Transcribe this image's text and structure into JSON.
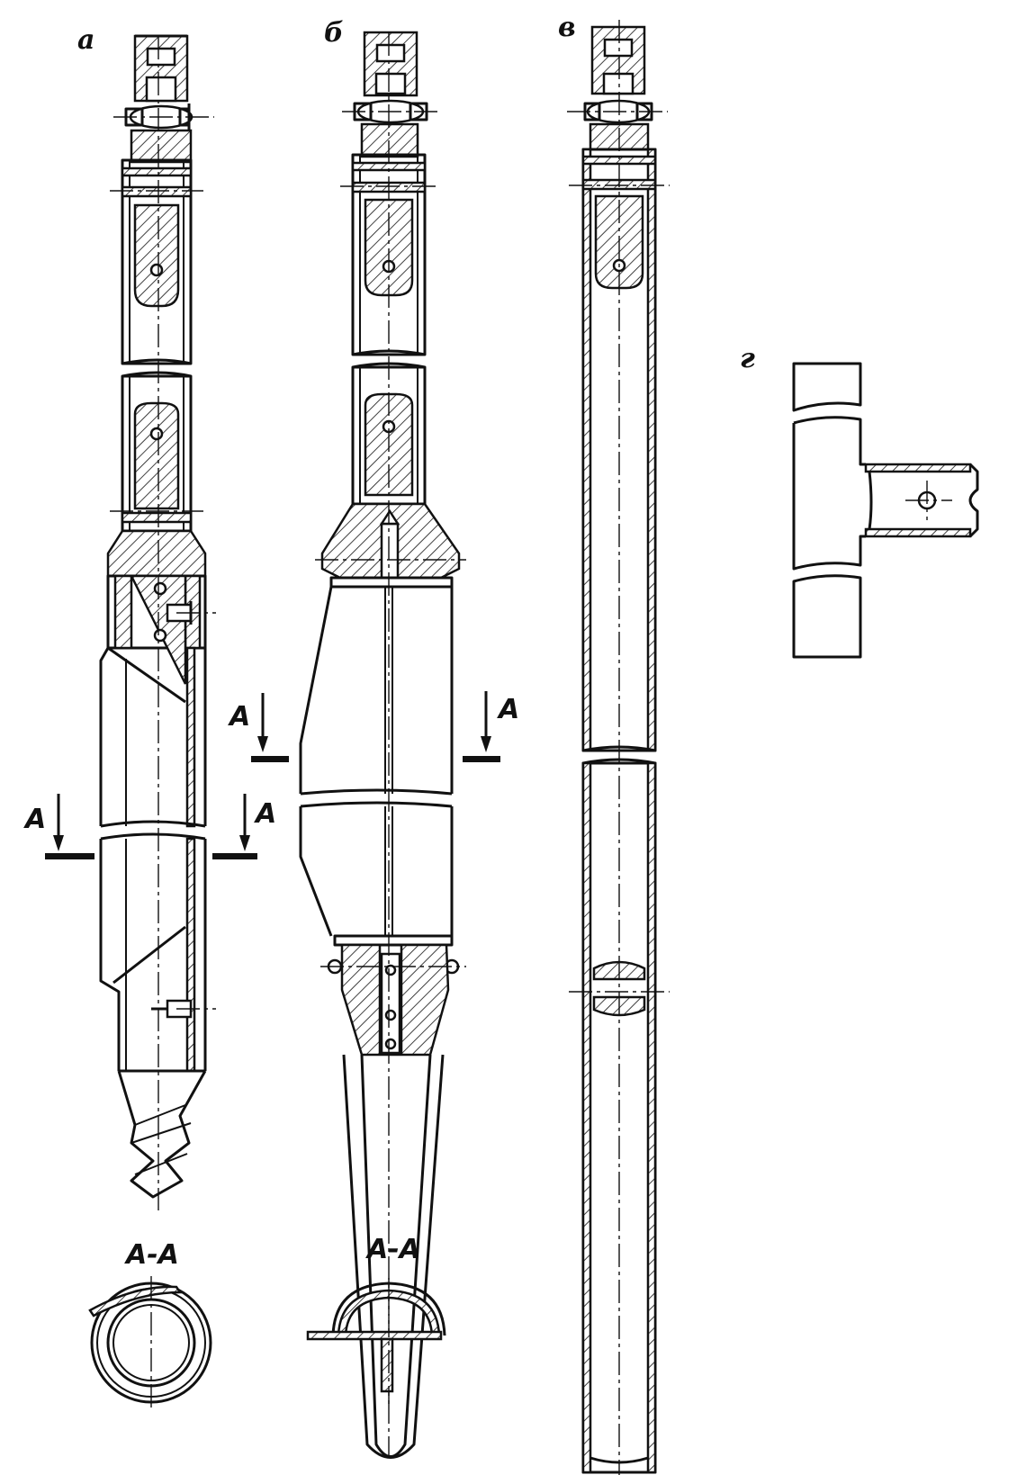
{
  "figure": {
    "views": [
      {
        "id": "a",
        "label": "а"
      },
      {
        "id": "b",
        "label": "б"
      },
      {
        "id": "v",
        "label": "в"
      },
      {
        "id": "g",
        "label": "г"
      }
    ],
    "section_marks": {
      "a_left": "А",
      "a_right": "А",
      "b_left": "А",
      "b_right": "А"
    },
    "section_titles": {
      "a": "А-А",
      "b": "А-А"
    }
  }
}
